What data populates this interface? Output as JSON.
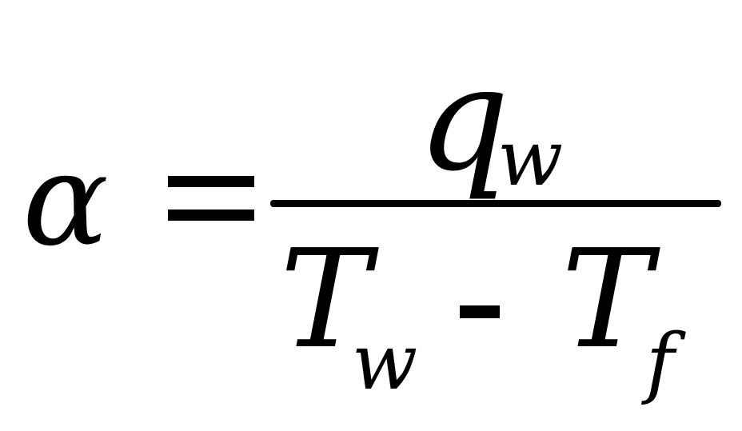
{
  "equation": {
    "lhs": "α",
    "numerator": {
      "symbol": "q",
      "subscript": "w"
    },
    "denominator": {
      "term1": {
        "symbol": "T",
        "subscript": "w"
      },
      "operator": "-",
      "term2": {
        "symbol": "T",
        "subscript": "f"
      }
    }
  },
  "colors": {
    "ink": "#000000",
    "background": "#ffffff"
  }
}
